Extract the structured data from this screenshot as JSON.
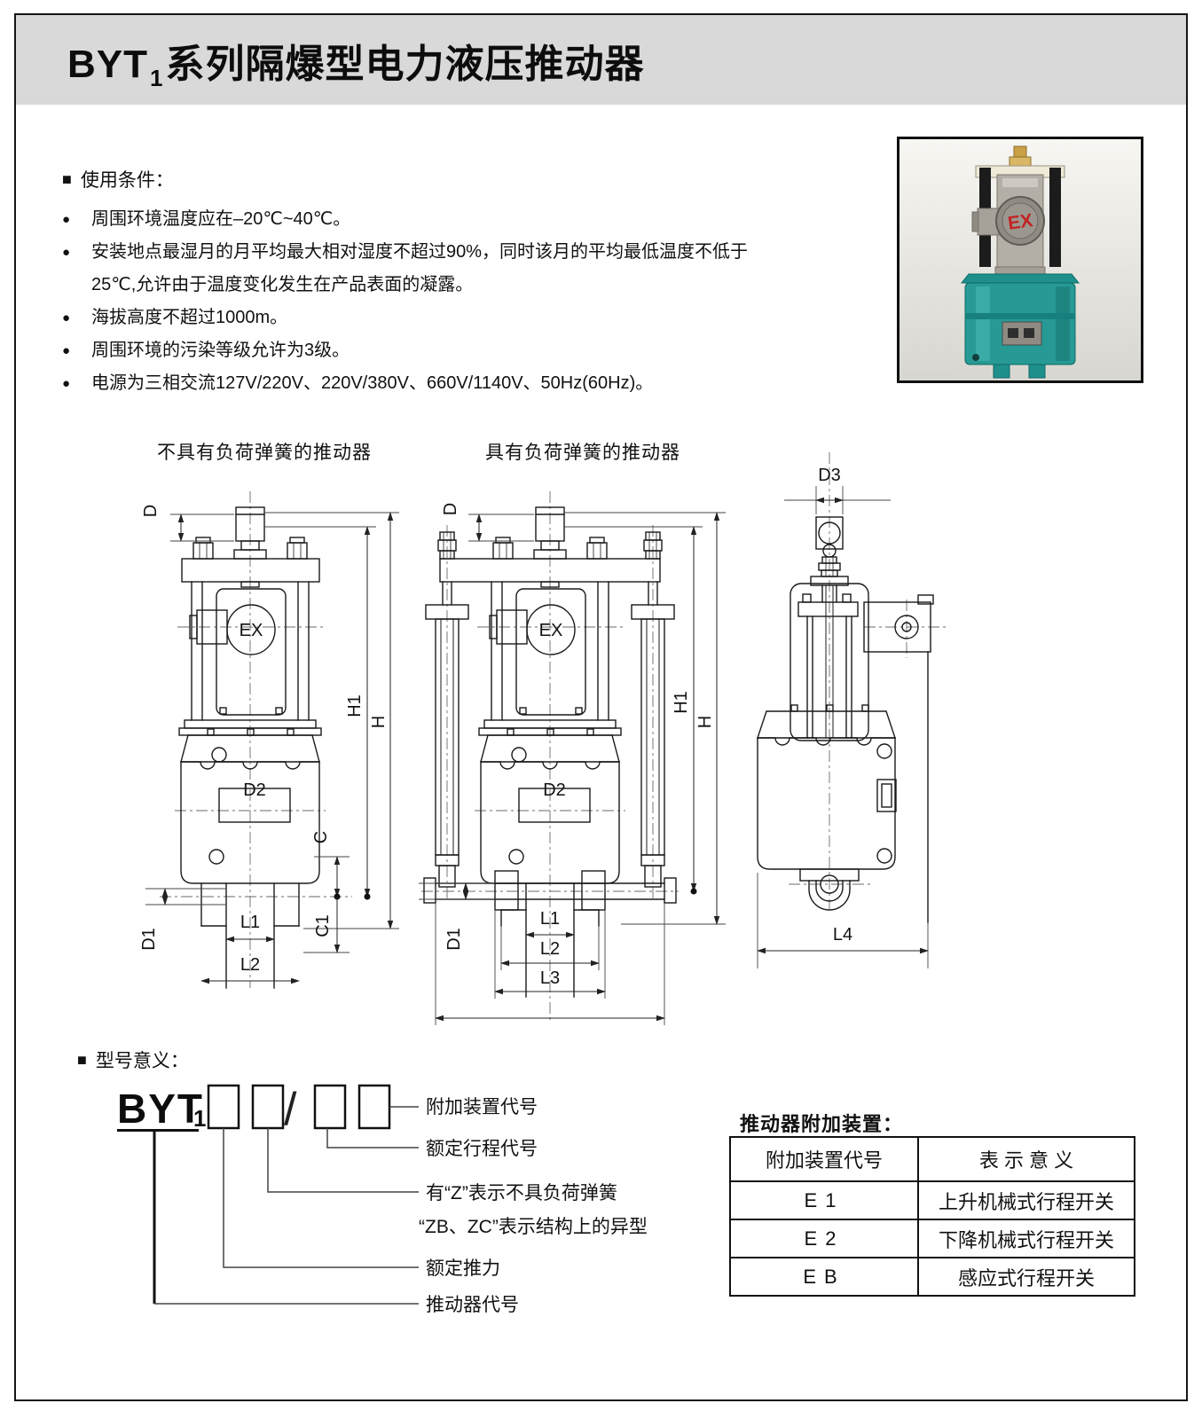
{
  "page": {
    "title_prefix": "BYT",
    "title_sub": "1",
    "title_suffix": "系列隔爆型电力液压推动器"
  },
  "icons": {
    "section_marker": "■",
    "bullet": "●"
  },
  "conditions": {
    "heading": "使用条件：",
    "items": [
      "周围环境温度应在–20℃~40℃。",
      "安装地点最湿月的月平均最大相对湿度不超过90%，同时该月的平均最低温度不低于25℃,允许由于温度变化发生在产品表面的凝露。",
      "海拔高度不超过1000m。",
      "周围环境的污染等级允许为3级。",
      "电源为三相交流127V/220V、220V/380V、660V/1140V、50Hz(60Hz)。"
    ]
  },
  "photo": {
    "ex_label": "EX"
  },
  "drawings": {
    "caption_no_spring": "不具有负荷弹簧的推动器",
    "caption_spring": "具有负荷弹簧的推动器",
    "ex_label": "EX",
    "dims": {
      "d": "D",
      "d1": "D1",
      "d2": "D2",
      "d3": "D3",
      "h": "H",
      "h1": "H1",
      "c": "C",
      "c1": "C1",
      "l1": "L1",
      "l2": "L2",
      "l3": "L3",
      "l4": "L4"
    }
  },
  "model": {
    "heading": "型号意义：",
    "code_prefix": "BYT",
    "code_sub": "1",
    "slash": "/",
    "callouts": [
      "附加装置代号",
      "额定行程代号",
      "有“Z”表示不具负荷弹簧",
      "“ZB、ZC”表示结构上的异型",
      "额定推力",
      "推动器代号"
    ]
  },
  "accessories": {
    "title": "推动器附加装置：",
    "headers": [
      "附加装置代号",
      "表 示 意 义"
    ],
    "rows": [
      {
        "code": "E1",
        "meaning": "上升机械式行程开关"
      },
      {
        "code": "E2",
        "meaning": "下降机械式行程开关"
      },
      {
        "code": "EB",
        "meaning": "感应式行程开关"
      }
    ]
  }
}
